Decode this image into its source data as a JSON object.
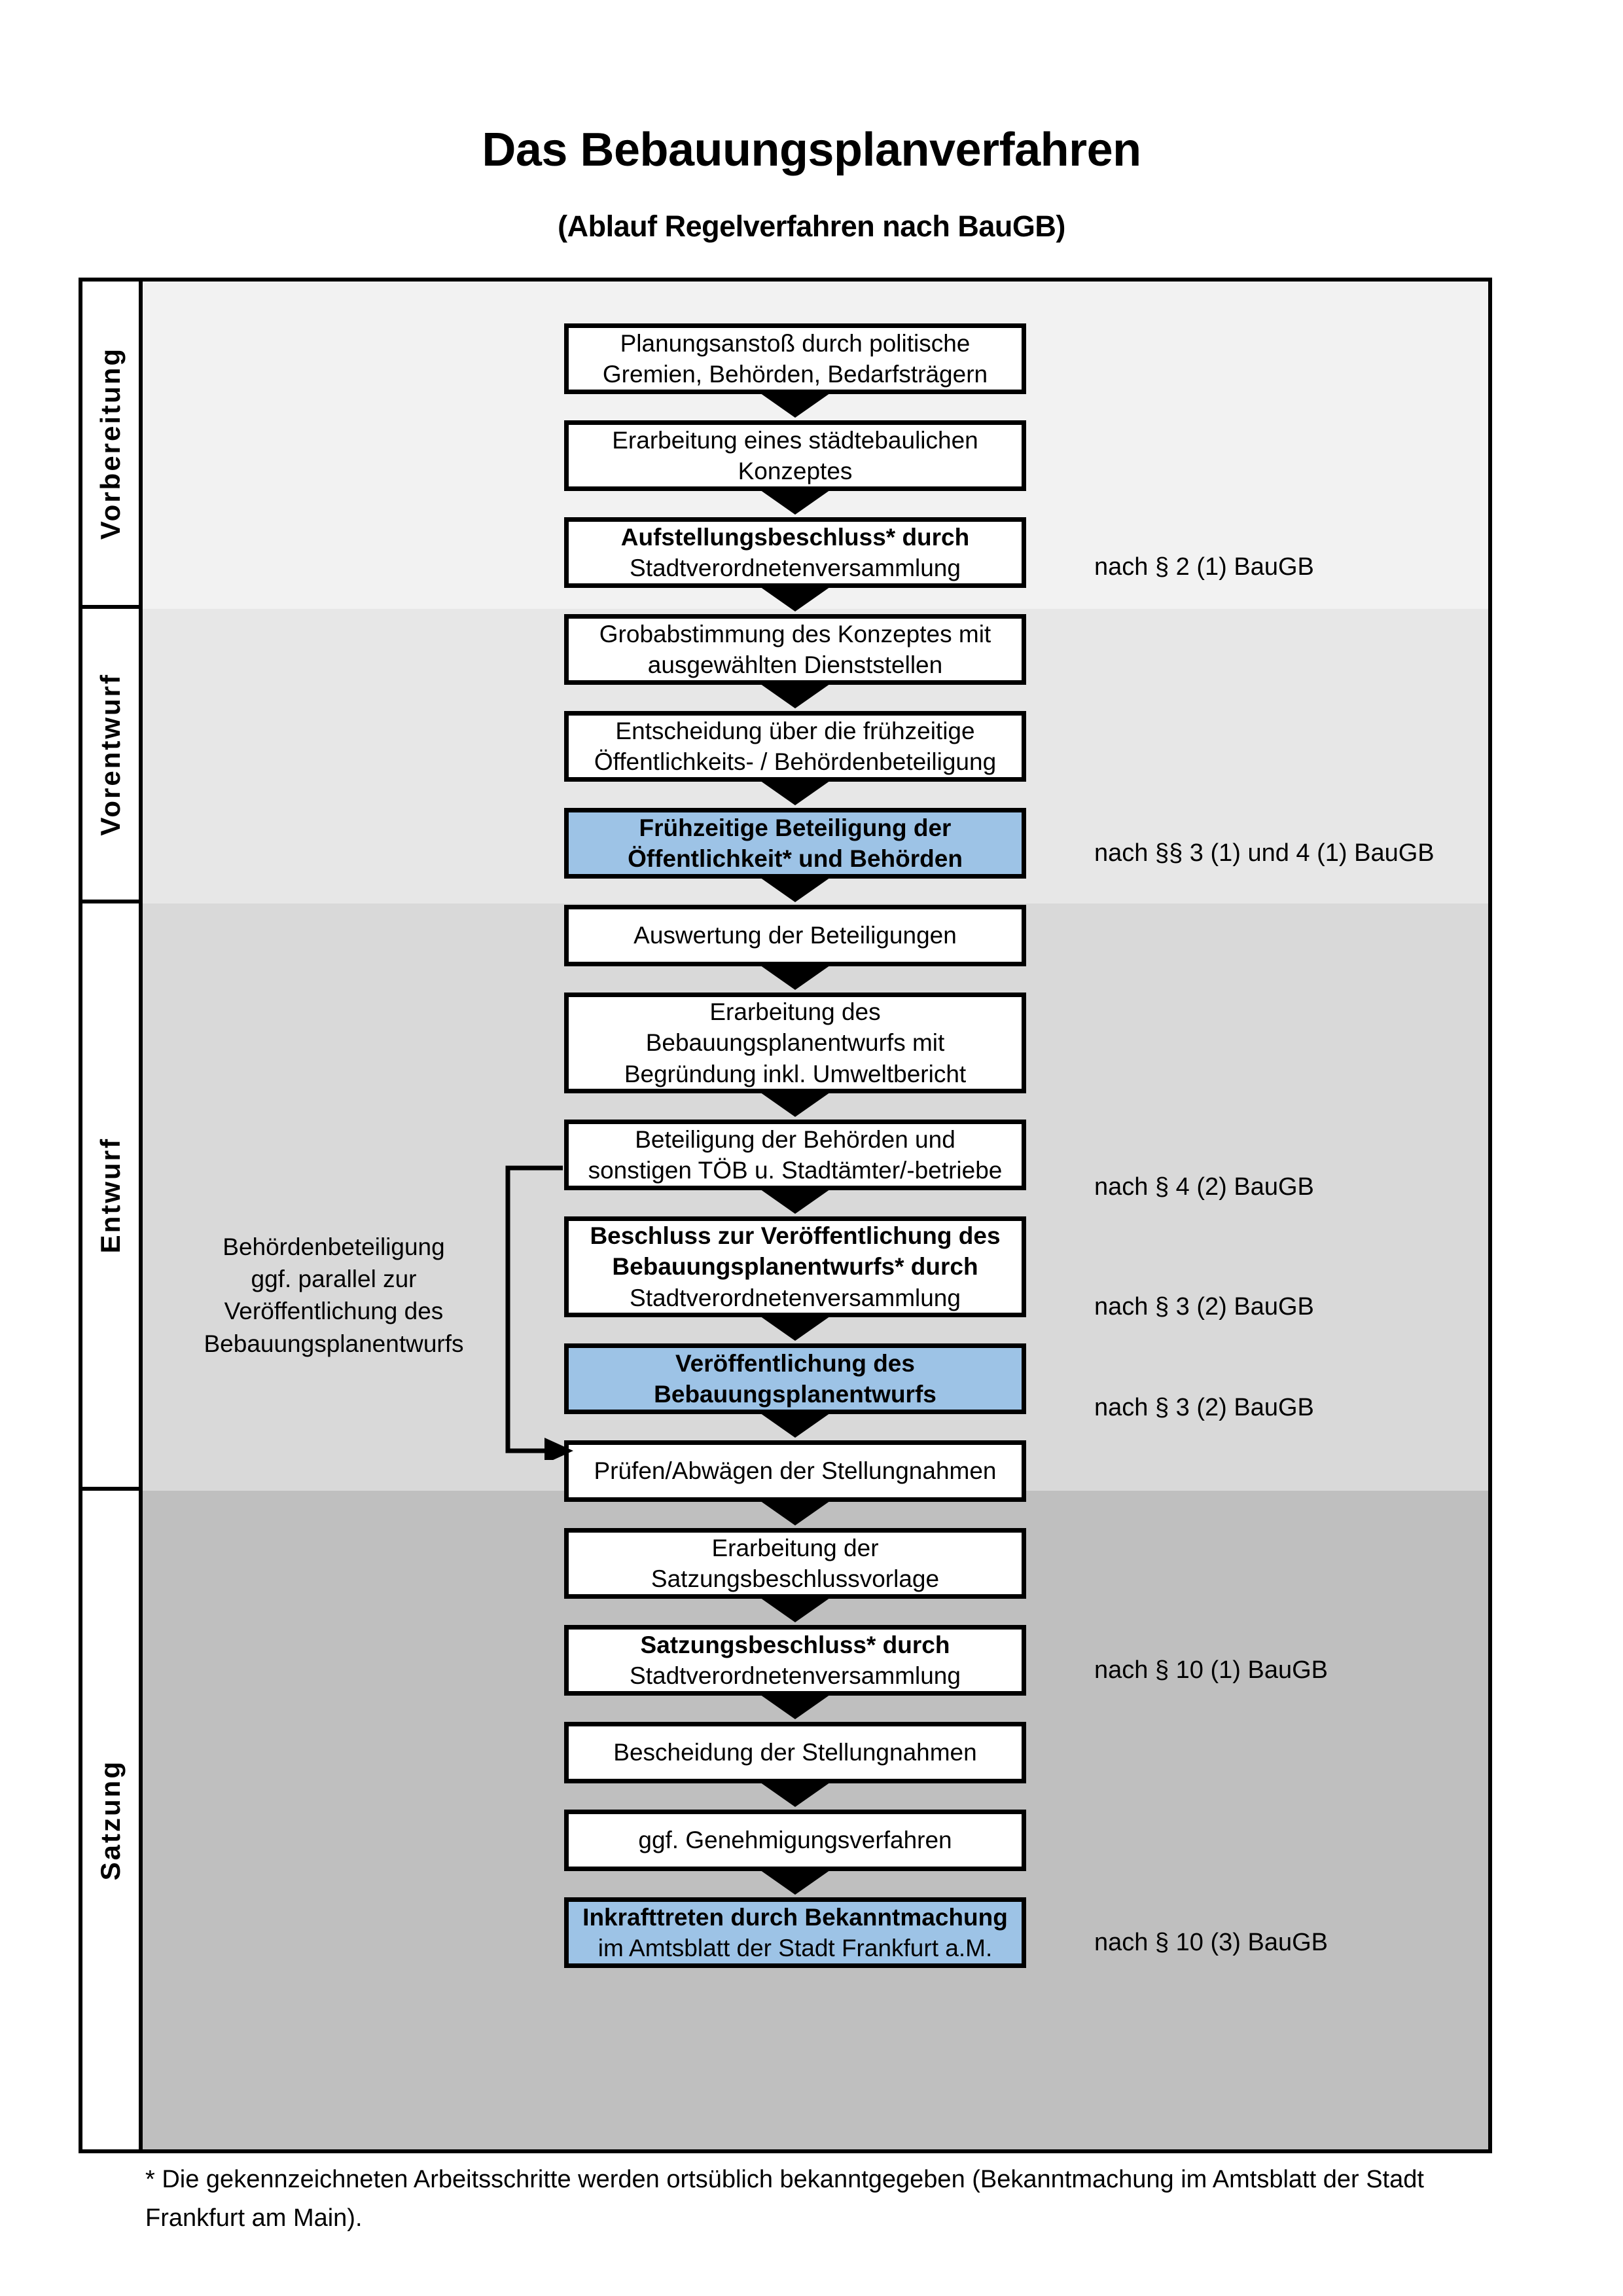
{
  "title": {
    "main": "Das Bebauungsplanverfahren",
    "sub": "(Ablauf Regelverfahren nach BauGB)"
  },
  "phases": [
    {
      "id": "vorbereitung",
      "label": "Vorbereitung",
      "band_color": "#f2f2f2"
    },
    {
      "id": "vorentwurf",
      "label": "Vorentwurf",
      "band_color": "#e7e7e7"
    },
    {
      "id": "entwurf",
      "label": "Entwurf",
      "band_color": "#d9d9d9"
    },
    {
      "id": "satzung",
      "label": "Satzung",
      "band_color": "#bfbfbf"
    }
  ],
  "steps": [
    {
      "id": "planungsanstoss",
      "phase": "vorbereitung",
      "highlight": false,
      "lines": [
        {
          "text": "Planungsanstoß durch politische",
          "bold": false
        },
        {
          "text": "Gremien, Behörden, Bedarfsträgern",
          "bold": false
        }
      ]
    },
    {
      "id": "staedtebauliches-konzept",
      "phase": "vorbereitung",
      "highlight": false,
      "lines": [
        {
          "text": "Erarbeitung eines städtebaulichen",
          "bold": false
        },
        {
          "text": "Konzeptes",
          "bold": false
        }
      ]
    },
    {
      "id": "aufstellungsbeschluss",
      "phase": "vorbereitung",
      "highlight": false,
      "lines": [
        {
          "text": "Aufstellungsbeschluss* durch",
          "bold": true
        },
        {
          "text": "Stadtverordnetenversammlung",
          "bold": false
        }
      ]
    },
    {
      "id": "grobabstimmung",
      "phase": "vorentwurf",
      "highlight": false,
      "lines": [
        {
          "text": "Grobabstimmung des Konzeptes mit",
          "bold": false
        },
        {
          "text": "ausgewählten Dienststellen",
          "bold": false
        }
      ]
    },
    {
      "id": "entscheidung-fruehzeitige-beteiligung",
      "phase": "vorentwurf",
      "highlight": false,
      "lines": [
        {
          "text": "Entscheidung über die frühzeitige",
          "bold": false
        },
        {
          "text": "Öffentlichkeits- / Behördenbeteiligung",
          "bold": false
        }
      ]
    },
    {
      "id": "fruehzeitige-beteiligung",
      "phase": "vorentwurf",
      "highlight": true,
      "lines": [
        {
          "text": "Frühzeitige Beteiligung der",
          "bold": true
        },
        {
          "text": "Öffentlichkeit* und Behörden",
          "bold": true
        }
      ]
    },
    {
      "id": "auswertung-beteiligungen",
      "phase": "entwurf",
      "highlight": false,
      "lines": [
        {
          "text": "Auswertung der Beteiligungen",
          "bold": false
        }
      ]
    },
    {
      "id": "erarbeitung-bebauungsplanentwurf",
      "phase": "entwurf",
      "highlight": false,
      "lines": [
        {
          "text": "Erarbeitung des",
          "bold": false
        },
        {
          "text": "Bebauungsplanentwurfs mit",
          "bold": false
        },
        {
          "text": "Begründung inkl. Umweltbericht",
          "bold": false
        }
      ]
    },
    {
      "id": "beteiligung-behoerden",
      "phase": "entwurf",
      "highlight": false,
      "lines": [
        {
          "text": "Beteiligung der Behörden und",
          "bold": false
        },
        {
          "text": "sonstigen TÖB u. Stadtämter/-betriebe",
          "bold": false
        }
      ]
    },
    {
      "id": "beschluss-veroeffentlichung",
      "phase": "entwurf",
      "highlight": false,
      "lines": [
        {
          "text": "Beschluss zur Veröffentlichung des",
          "bold": true
        },
        {
          "text": "Bebauungsplanentwurfs* durch",
          "bold": true
        },
        {
          "text": "Stadtverordnetenversammlung",
          "bold": false
        }
      ]
    },
    {
      "id": "veroeffentlichung-entwurf",
      "phase": "entwurf",
      "highlight": true,
      "lines": [
        {
          "text": "Veröffentlichung des",
          "bold": true
        },
        {
          "text": "Bebauungsplanentwurfs",
          "bold": true
        }
      ]
    },
    {
      "id": "pruefen-abwaegen",
      "phase": "satzung",
      "highlight": false,
      "lines": [
        {
          "text": "Prüfen/Abwägen der Stellungnahmen",
          "bold": false
        }
      ]
    },
    {
      "id": "erarbeitung-satzungsvorlage",
      "phase": "satzung",
      "highlight": false,
      "lines": [
        {
          "text": "Erarbeitung der",
          "bold": false
        },
        {
          "text": "Satzungsbeschlussvorlage",
          "bold": false
        }
      ]
    },
    {
      "id": "satzungsbeschluss",
      "phase": "satzung",
      "highlight": false,
      "lines": [
        {
          "text": "Satzungsbeschluss* durch",
          "bold": true
        },
        {
          "text": "Stadtverordnetenversammlung",
          "bold": false
        }
      ]
    },
    {
      "id": "bescheidung-stellungnahmen",
      "phase": "satzung",
      "highlight": false,
      "lines": [
        {
          "text": "Bescheidung der Stellungnahmen",
          "bold": false
        }
      ]
    },
    {
      "id": "genehmigungsverfahren",
      "phase": "satzung",
      "highlight": false,
      "lines": [
        {
          "text": "ggf. Genehmigungsverfahren",
          "bold": false
        }
      ]
    },
    {
      "id": "inkrafttreten",
      "phase": "satzung",
      "highlight": true,
      "lines": [
        {
          "text": "Inkrafttreten durch Bekanntmachung",
          "bold": true
        },
        {
          "text": "im Amtsblatt der Stadt Frankfurt a.M.",
          "bold": false
        }
      ]
    }
  ],
  "legal_refs": [
    {
      "id": "ref-par2-1",
      "text": "nach § 2 (1) BauGB",
      "for_step": "aufstellungsbeschluss"
    },
    {
      "id": "ref-par3-1-4-1",
      "text": "nach §§ 3 (1) und 4 (1) BauGB",
      "for_step": "fruehzeitige-beteiligung"
    },
    {
      "id": "ref-par4-2",
      "text": "nach § 4 (2) BauGB",
      "for_step": "beteiligung-behoerden"
    },
    {
      "id": "ref-par3-2-a",
      "text": "nach § 3 (2) BauGB",
      "for_step": "beschluss-veroeffentlichung"
    },
    {
      "id": "ref-par3-2-b",
      "text": "nach § 3 (2) BauGB",
      "for_step": "veroeffentlichung-entwurf"
    },
    {
      "id": "ref-par10-1",
      "text": "nach § 10 (1) BauGB",
      "for_step": "satzungsbeschluss"
    },
    {
      "id": "ref-par10-3",
      "text": "nach § 10 (3) BauGB",
      "for_step": "inkrafttreten"
    }
  ],
  "side_note": {
    "id": "behoerdenbeteiligung-parallel",
    "lines": [
      "Behördenbeteiligung",
      "ggf. parallel zur",
      "Veröffentlichung des",
      "Bebauungsplanentwurfs"
    ]
  },
  "footnote": {
    "text": "* Die gekennzeichneten Arbeitsschritte werden ortsüblich bekanntgegeben (Bekanntmachung im Amtsblatt  der Stadt Frankfurt am Main)."
  },
  "colors": {
    "highlight_fill": "#9dc3e6",
    "box_fill": "#ffffff",
    "stroke": "#000000"
  }
}
